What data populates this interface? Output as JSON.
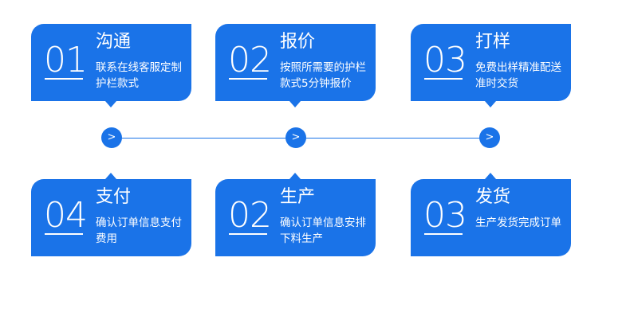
{
  "steps_top": [
    {
      "num": "01",
      "title": "沟通",
      "desc": "联系在线客服定制护栏款式"
    },
    {
      "num": "02",
      "title": "报价",
      "desc": "按照所需要的护栏款式5分钟报价"
    },
    {
      "num": "03",
      "title": "打样",
      "desc": "免费出样精准配送准时交货"
    }
  ],
  "steps_bottom": [
    {
      "num": "04",
      "title": "支付",
      "desc": "确认订单信息支付费用"
    },
    {
      "num": "02",
      "title": "生产",
      "desc": "确认订单信息安排下料生产"
    },
    {
      "num": "03",
      "title": "发货",
      "desc": "生产发货完成订单"
    }
  ],
  "timeline": {
    "node_glyph": ">"
  },
  "colors": {
    "accent": "#1a73e8",
    "text_on_accent": "#ffffff"
  }
}
